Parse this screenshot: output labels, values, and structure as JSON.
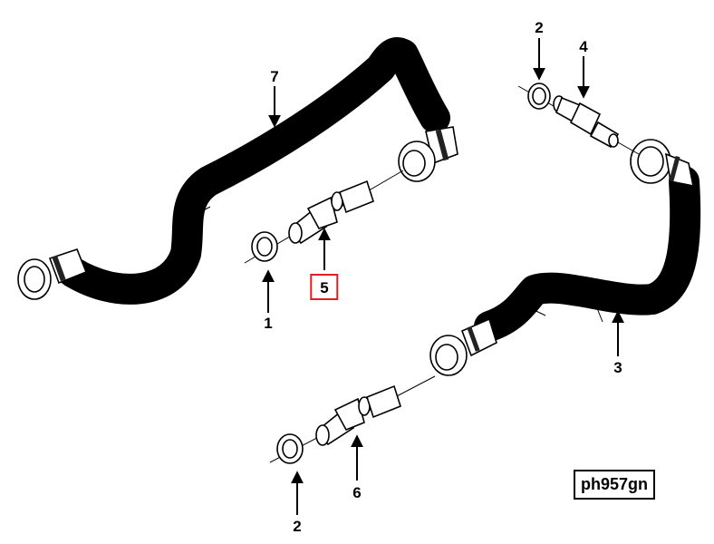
{
  "callouts": {
    "c1": "1",
    "c2_top": "2",
    "c2_bottom": "2",
    "c3": "3",
    "c4": "4",
    "c5": "5",
    "c6": "6",
    "c7": "7"
  },
  "reference_code": "ph957gn",
  "colors": {
    "line": "#000000",
    "highlight": "#e02020",
    "background": "#ffffff"
  }
}
